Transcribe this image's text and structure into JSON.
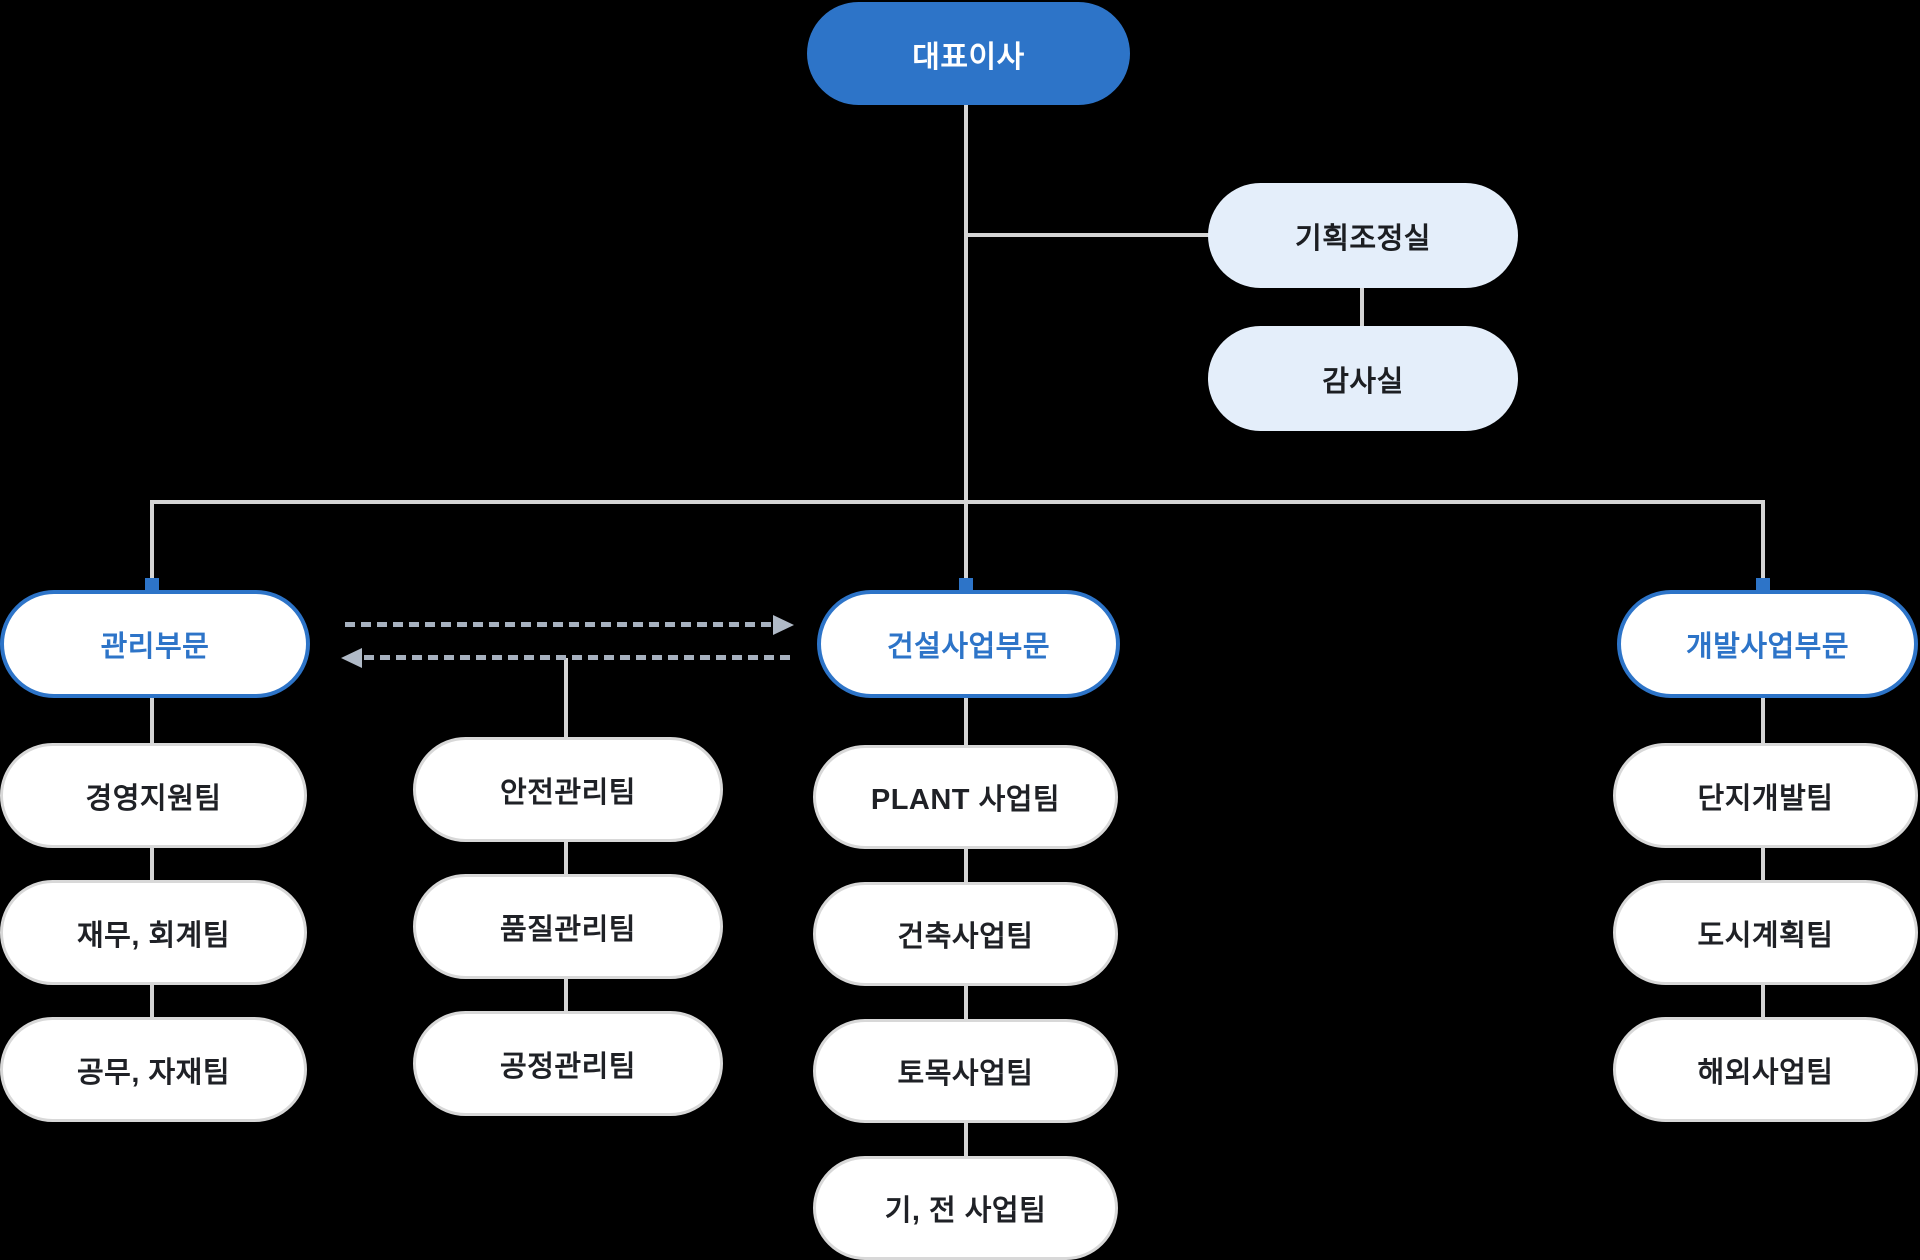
{
  "colors": {
    "primary_blue": "#2d74c8",
    "staff_fill_light_blue": "#e4eefa",
    "connector_gray": "#d5d5d5",
    "dashed_arrow_gray_blue": "#a7b1bf",
    "team_border_gray": "#d8d8d8",
    "background": "#000000",
    "white": "#ffffff",
    "dark_text": "#1f2126"
  },
  "org": {
    "root": {
      "label": "대표이사"
    },
    "staff": [
      {
        "label": "기획조정실"
      },
      {
        "label": "감사실"
      }
    ],
    "divisions": [
      {
        "label": "관리부문",
        "teams": [
          "경영지원팀",
          "재무, 회계팀",
          "공무, 자재팀"
        ]
      },
      {
        "label": "건설사업부문",
        "teams": [
          "PLANT 사업팀",
          "건축사업팀",
          "토목사업팀",
          "기, 전 사업팀"
        ]
      },
      {
        "label": "개발사업부문",
        "teams": [
          "단지개발팀",
          "도시계획팀",
          "해외사업팀"
        ]
      }
    ],
    "cross_teams": [
      "안전관리팀",
      "품질관리팀",
      "공정관리팀"
    ]
  }
}
